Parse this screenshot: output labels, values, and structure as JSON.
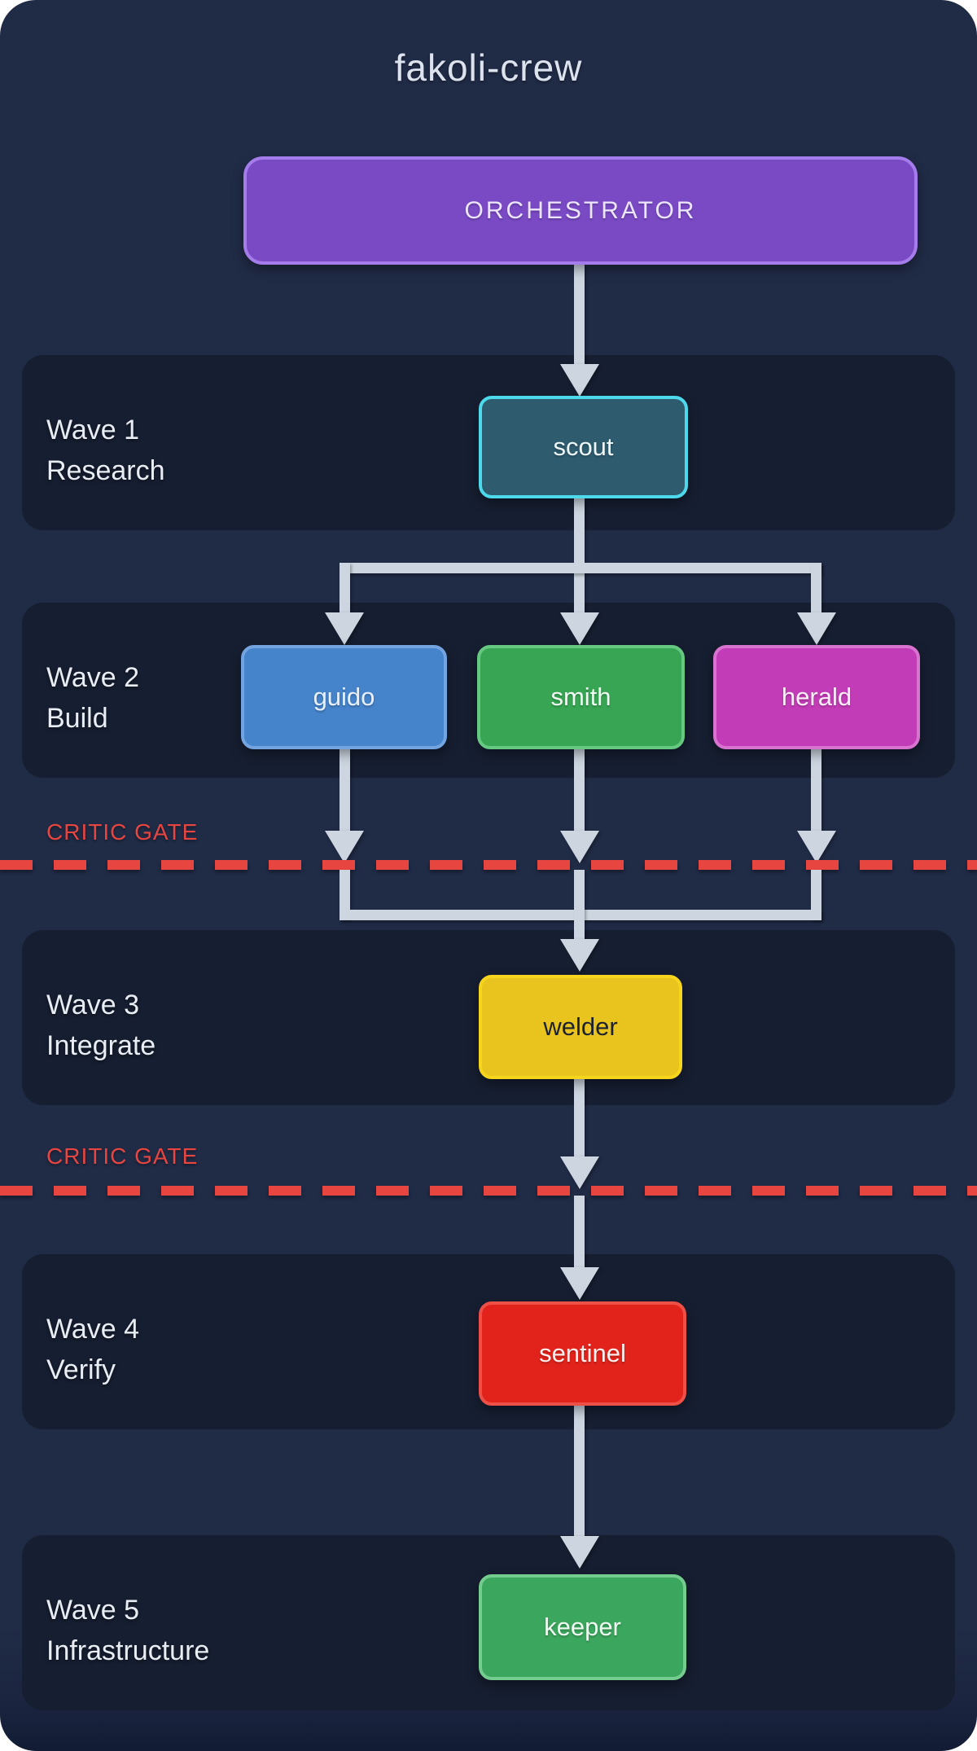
{
  "title": "fakoli-crew",
  "colors": {
    "card_bg": "#202b46",
    "panel_bg": "#161e31",
    "arrow": "#ccd5e0",
    "gate_red": "#e64540",
    "title_color": "#dde3ee",
    "wave_label_color": "#e8ecf3"
  },
  "orchestrator": {
    "label": "ORCHESTRATOR",
    "fill": "#7a4ac5",
    "border": "#a57ceb",
    "text_color": "#ece6fa"
  },
  "waves": [
    {
      "label_line1": "Wave 1",
      "label_line2": "Research",
      "nodes": [
        "scout"
      ]
    },
    {
      "label_line1": "Wave 2",
      "label_line2": "Build",
      "nodes": [
        "guido",
        "smith",
        "herald"
      ]
    },
    {
      "label_line1": "Wave 3",
      "label_line2": "Integrate",
      "nodes": [
        "welder"
      ]
    },
    {
      "label_line1": "Wave 4",
      "label_line2": "Verify",
      "nodes": [
        "sentinel"
      ]
    },
    {
      "label_line1": "Wave 5",
      "label_line2": "Infrastructure",
      "nodes": [
        "keeper"
      ]
    }
  ],
  "nodes": {
    "scout": {
      "label": "scout",
      "fill": "#2e5c6e",
      "border": "#4dd9ec",
      "text_color": "#eef6f8"
    },
    "guido": {
      "label": "guido",
      "fill": "#4583ca",
      "border": "#73a4e0",
      "text_color": "#e8f0fb"
    },
    "smith": {
      "label": "smith",
      "fill": "#37a553",
      "border": "#66c981",
      "text_color": "#f0faf2"
    },
    "herald": {
      "label": "herald",
      "fill": "#c33cb7",
      "border": "#d873cf",
      "text_color": "#fbeffa"
    },
    "welder": {
      "label": "welder",
      "fill": "#e9c31e",
      "border": "#f7d51c",
      "text_color": "#1c222e"
    },
    "sentinel": {
      "label": "sentinel",
      "fill": "#e2231b",
      "border": "#ee4f47",
      "text_color": "#fdf0ef"
    },
    "keeper": {
      "label": "keeper",
      "fill": "#3ba65d",
      "border": "#74cc8f",
      "text_color": "#f0faf3"
    }
  },
  "gates": [
    {
      "label": "CRITIC GATE",
      "position": "between Wave 2 and Wave 3"
    },
    {
      "label": "CRITIC GATE",
      "position": "between Wave 3 and Wave 4"
    }
  ],
  "edges": [
    {
      "from": "orchestrator",
      "to": "scout"
    },
    {
      "from": "scout",
      "to": "guido"
    },
    {
      "from": "scout",
      "to": "smith"
    },
    {
      "from": "scout",
      "to": "herald"
    },
    {
      "from": "guido",
      "to": "welder",
      "through_gate": 1
    },
    {
      "from": "smith",
      "to": "welder",
      "through_gate": 1
    },
    {
      "from": "herald",
      "to": "welder",
      "through_gate": 1
    },
    {
      "from": "welder",
      "to": "sentinel",
      "through_gate": 2
    },
    {
      "from": "sentinel",
      "to": "keeper"
    }
  ]
}
